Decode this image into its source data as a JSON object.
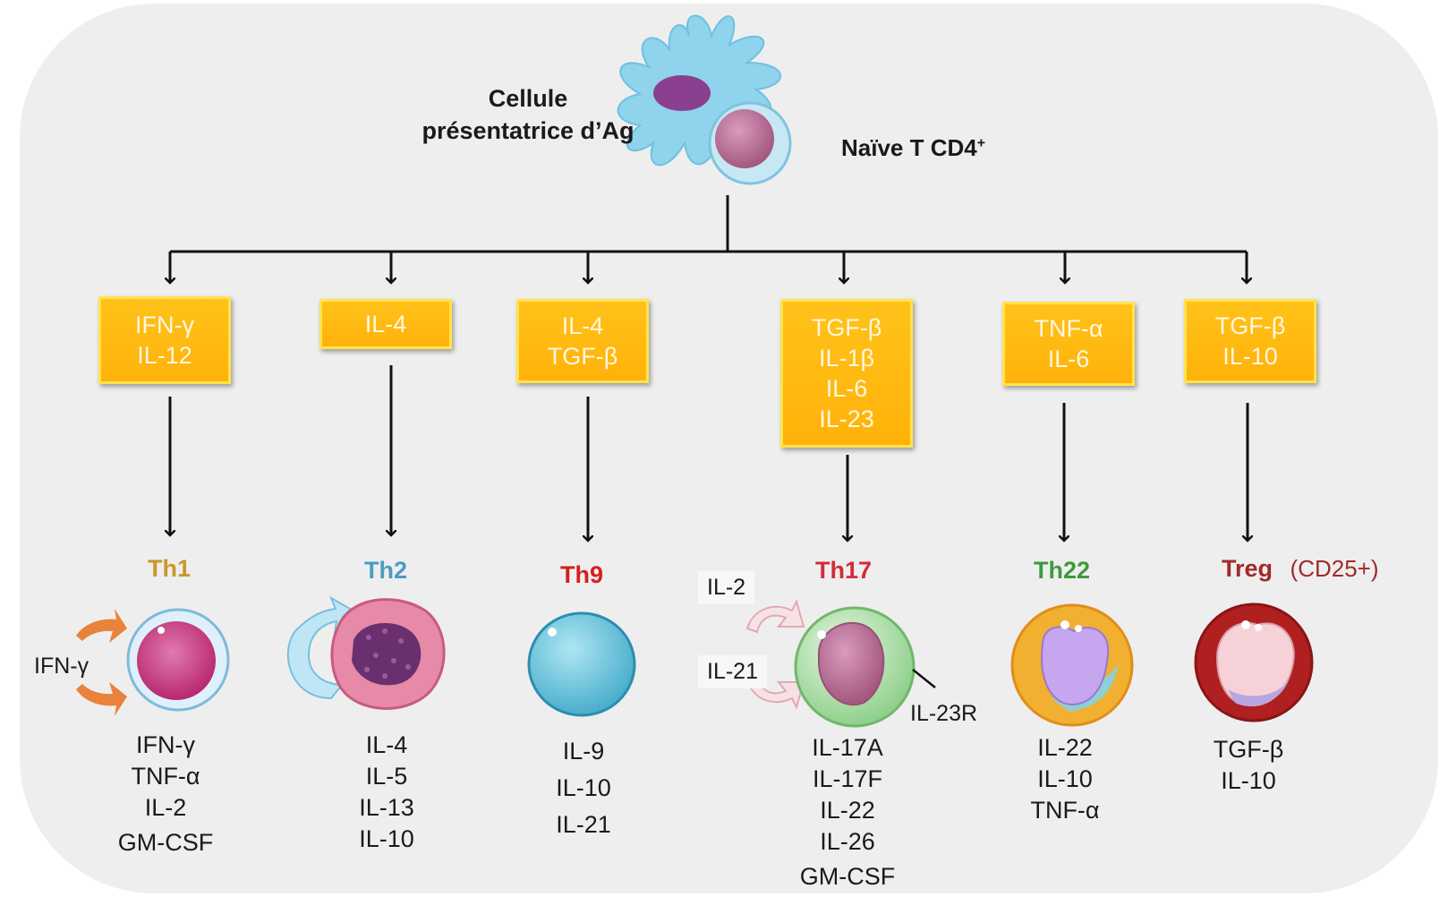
{
  "apc": {
    "label_line1": "Cellule",
    "label_line2": "présentatrice  d’Ag"
  },
  "naive": {
    "label": "Naïve T CD4",
    "superscript": "+"
  },
  "colors": {
    "arrow": "#111111",
    "box_fill": "#ffb81a",
    "box_border": "#ffe34d",
    "th1": "#c9972a",
    "th2": "#4a9cc0",
    "th9": "#d42020",
    "th17": "#d42a3a",
    "th22": "#3d9a3d",
    "treg": "#a12a2a",
    "treg_note": "#a12a2a"
  },
  "branches": [
    {
      "id": "th1",
      "inputs": [
        "IFN-γ",
        "IL-12"
      ],
      "name": "Th1",
      "outputs": [
        "IFN-γ",
        "TNF-α",
        "IL-2",
        "GM-CSF"
      ],
      "side_label": "IFN-γ",
      "icon": "th1-cell-icon"
    },
    {
      "id": "th2",
      "inputs": [
        "IL-4"
      ],
      "name": "Th2",
      "outputs": [
        "IL-4",
        "IL-5",
        "IL-13",
        "IL-10"
      ],
      "icon": "th2-cell-icon"
    },
    {
      "id": "th9",
      "inputs": [
        "IL-4",
        "TGF-β"
      ],
      "name": "Th9",
      "outputs": [
        "IL-9",
        "IL-10",
        "IL-21"
      ],
      "icon": "th9-cell-icon"
    },
    {
      "id": "th17",
      "inputs": [
        "TGF-β",
        "IL-1β",
        "IL-6",
        "IL-23"
      ],
      "name": "Th17",
      "outputs": [
        "IL-17A",
        "IL-17F",
        "IL-22",
        "IL-26",
        "GM-CSF"
      ],
      "side_labels": [
        "IL-2",
        "IL-21",
        "IL-23R"
      ],
      "icon": "th17-cell-icon"
    },
    {
      "id": "th22",
      "inputs": [
        "TNF-α",
        "IL-6"
      ],
      "name": "Th22",
      "outputs": [
        "IL-22",
        "IL-10",
        "TNF-α"
      ],
      "icon": "th22-cell-icon"
    },
    {
      "id": "treg",
      "inputs": [
        "TGF-β",
        "IL-10"
      ],
      "name": "Treg",
      "note": "(CD25+)",
      "outputs": [
        "TGF-β",
        "IL-10"
      ],
      "icon": "treg-cell-icon"
    }
  ]
}
